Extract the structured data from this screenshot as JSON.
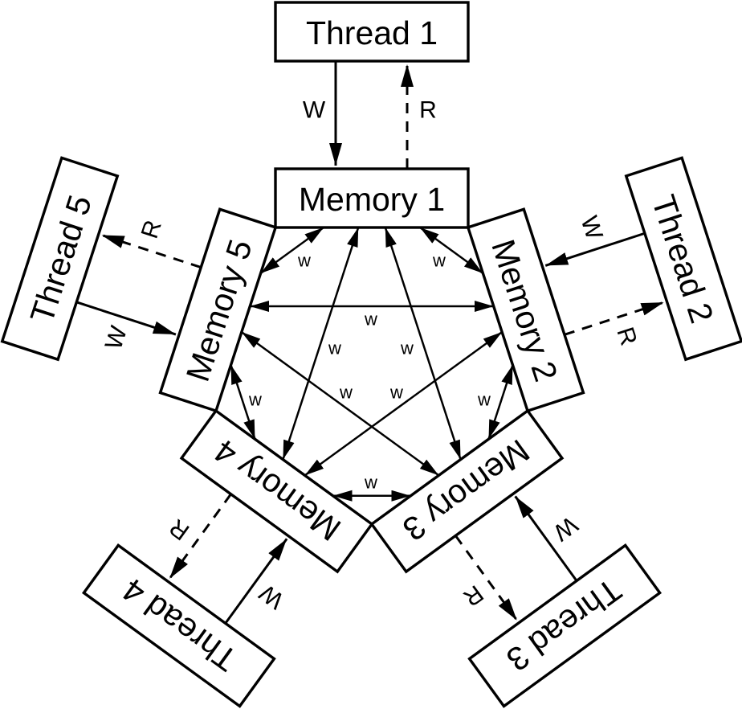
{
  "nodes": {
    "threads": [
      "Thread 1",
      "Thread 2",
      "Thread 3",
      "Thread 4",
      "Thread 5"
    ],
    "memories": [
      "Memory 1",
      "Memory 2",
      "Memory 3",
      "Memory 4",
      "Memory 5"
    ]
  },
  "edge_labels": {
    "write": "W",
    "read": "R",
    "memory_write": "w"
  },
  "colors": {
    "stroke": "#000000",
    "background": "#ffffff",
    "node_fill": "#ffffff"
  }
}
